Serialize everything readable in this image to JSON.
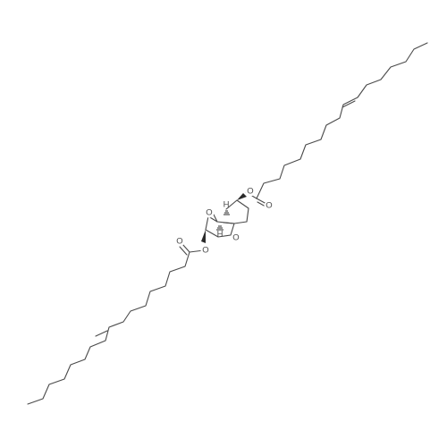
{
  "molecule": {
    "atom_labels": {
      "ring_oxygen": "O",
      "ester_oxygen": "O",
      "carbonyl_oxygen": "O",
      "hydrogen": "H"
    },
    "colors": {
      "bond": "#4a4a4a",
      "label": "#4a4a4a",
      "stereo": "#2a2a2a",
      "background": "#ffffff"
    }
  }
}
